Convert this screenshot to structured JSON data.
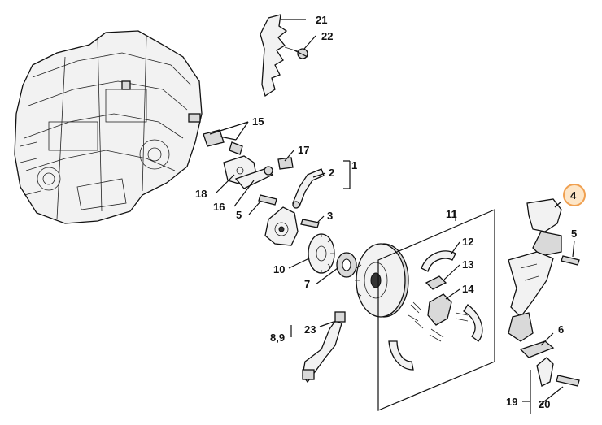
{
  "diagram": {
    "callouts": {
      "c1": "1",
      "c2": "2",
      "c3": "3",
      "c4": "4",
      "c5a": "5",
      "c5b": "5",
      "c6": "6",
      "c7": "7",
      "c89": "8,9",
      "c10": "10",
      "c11": "11",
      "c12": "12",
      "c13": "13",
      "c14": "14",
      "c15": "15",
      "c16": "16",
      "c17": "17",
      "c18": "18",
      "c19": "19",
      "c20": "20",
      "c21": "21",
      "c22": "22",
      "c23": "23"
    },
    "highlight_color": "#f0a050"
  }
}
